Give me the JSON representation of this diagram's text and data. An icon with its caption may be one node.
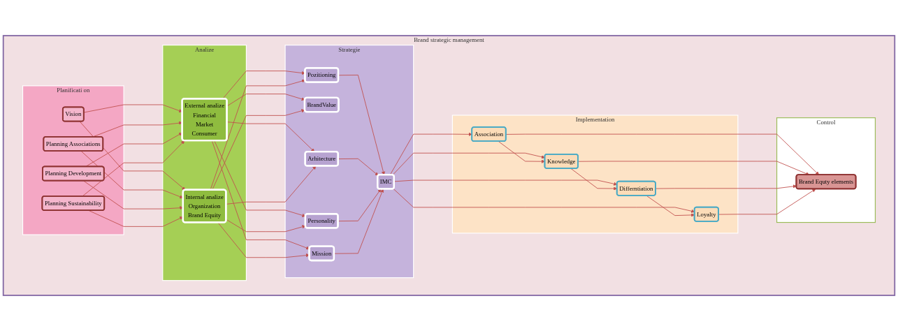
{
  "diagram": {
    "nodes": [
      {
        "text": [
          "Brand strategic management"
        ]
      },
      {
        "text": [
          "Planificati on"
        ],
        "in": 0
      },
      {
        "text": [
          "Vision"
        ],
        "in": 1
      },
      {
        "text": [
          "Planning Associations"
        ],
        "in": 1
      },
      {
        "text": [
          "Planning Development"
        ],
        "in": 1
      },
      {
        "text": [
          "Planning Sustainability"
        ],
        "in": 1
      },
      {
        "text": [
          "Analize"
        ],
        "in": 0
      },
      {
        "text": [
          "External analize",
          "Financial",
          "Market",
          "Consumer"
        ],
        "in": 6
      },
      {
        "text": [
          "Internal analize",
          "Organization",
          "Brand Equity"
        ],
        "in": 6
      },
      {
        "text": [
          "Strategie"
        ],
        "in": 0
      },
      {
        "text": [
          "Pozitioning"
        ],
        "in": 9
      },
      {
        "text": [
          "BrandValue"
        ],
        "in": 9
      },
      {
        "text": [
          "IMC"
        ],
        "in": 9
      },
      {
        "text": [
          "Arhitecture"
        ],
        "in": 9
      },
      {
        "text": [
          "Personality"
        ],
        "in": 9
      },
      {
        "text": [
          "Mission"
        ],
        "in": 9
      },
      {
        "text": [
          "Implementation"
        ],
        "in": 0
      },
      {
        "text": [
          "Association"
        ],
        "in": 16
      },
      {
        "text": [
          "Knowledge"
        ],
        "in": 16
      },
      {
        "text": [
          "Differntiation"
        ],
        "in": 16
      },
      {
        "text": [
          "Loyalty"
        ],
        "in": 16
      },
      {
        "text": [
          "Control"
        ],
        "in": 0
      },
      {
        "text": [
          "Brand Equty elements"
        ],
        "in": 21
      }
    ],
    "edges": [
      {
        "from": 2,
        "to": 7,
        "arrow": "to"
      },
      {
        "from": 2,
        "to": 8,
        "arrow": "to"
      },
      {
        "from": 3,
        "to": 7,
        "arrow": "to"
      },
      {
        "from": 3,
        "to": 8,
        "arrow": "to"
      },
      {
        "from": 4,
        "to": 7,
        "arrow": "to"
      },
      {
        "from": 4,
        "to": 8,
        "arrow": "to"
      },
      {
        "from": 5,
        "to": 7,
        "arrow": "to"
      },
      {
        "from": 5,
        "to": 8,
        "arrow": "to"
      },
      {
        "from": 7,
        "to": 10,
        "arrow": "to"
      },
      {
        "from": 7,
        "to": 11,
        "arrow": "to"
      },
      {
        "from": 7,
        "to": 13,
        "arrow": "to"
      },
      {
        "from": 7,
        "to": 14,
        "arrow": "to"
      },
      {
        "from": 7,
        "to": 15,
        "arrow": "to"
      },
      {
        "from": 8,
        "to": 10,
        "arrow": "to"
      },
      {
        "from": 8,
        "to": 11,
        "arrow": "to"
      },
      {
        "from": 8,
        "to": 13,
        "arrow": "to"
      },
      {
        "from": 8,
        "to": 14,
        "arrow": "to"
      },
      {
        "from": 8,
        "to": 15,
        "arrow": "to"
      },
      {
        "from": 10,
        "to": 12,
        "arrow": "to"
      },
      {
        "from": 13,
        "to": 12,
        "arrow": "to"
      },
      {
        "from": 14,
        "to": 12,
        "arrow": "to"
      },
      {
        "from": 15,
        "to": 12,
        "arrow": "to"
      },
      {
        "from": 12,
        "to": 17,
        "arrow": "to"
      },
      {
        "from": 12,
        "to": 18,
        "arrow": "to"
      },
      {
        "from": 12,
        "to": 19,
        "arrow": "to"
      },
      {
        "from": 12,
        "to": 20,
        "arrow": "to"
      },
      {
        "from": 17,
        "to": 18,
        "arrow": "to"
      },
      {
        "from": 18,
        "to": 19,
        "arrow": "to"
      },
      {
        "from": 19,
        "to": 20,
        "arrow": "to"
      },
      {
        "from": 17,
        "to": 22,
        "arrow": "to"
      },
      {
        "from": 18,
        "to": 22,
        "arrow": "to"
      },
      {
        "from": 19,
        "to": 22,
        "arrow": "to"
      },
      {
        "from": 20,
        "to": 22,
        "arrow": "to"
      }
    ]
  }
}
